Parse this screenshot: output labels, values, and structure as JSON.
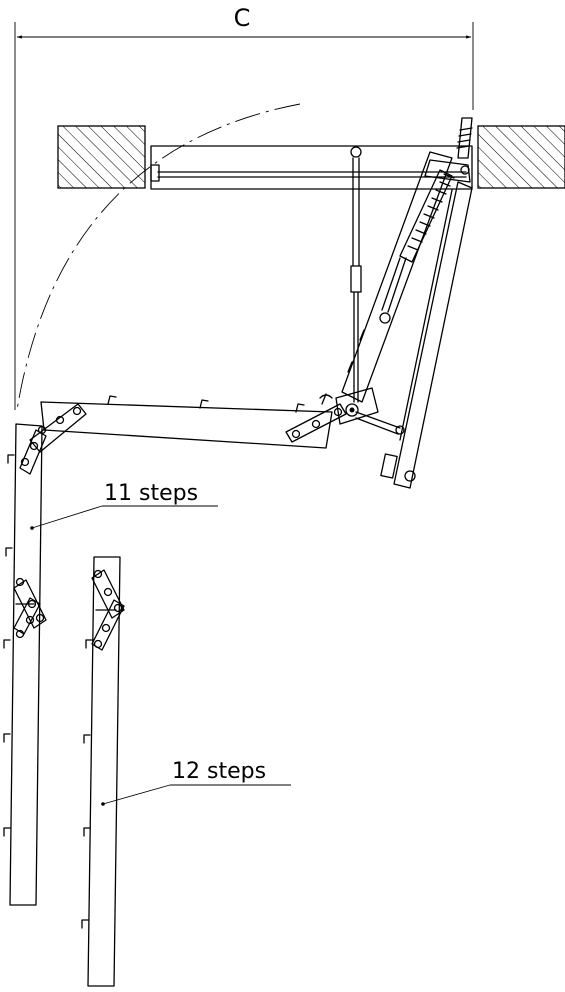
{
  "dimension": {
    "label": "C"
  },
  "labels": {
    "ladder_short": "11 steps",
    "ladder_long": "12 steps"
  }
}
